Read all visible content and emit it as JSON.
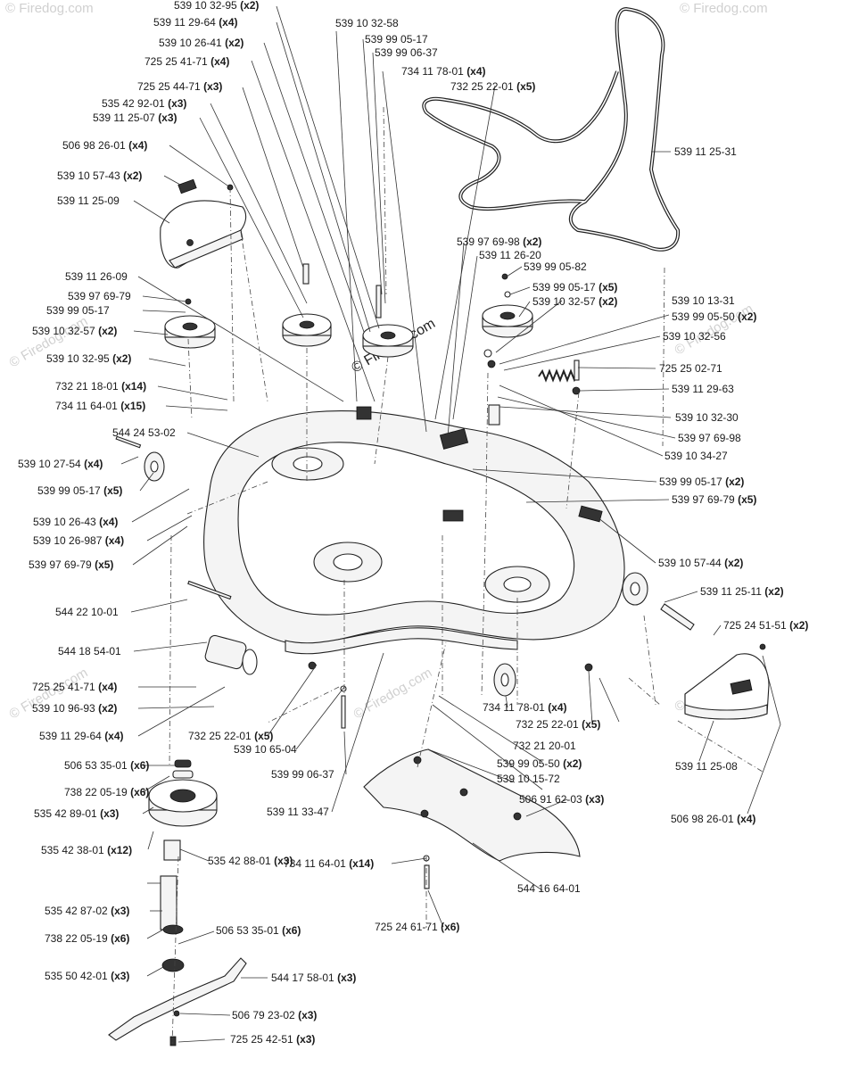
{
  "watermark": "© Firedog.com",
  "parts": [
    {
      "pn": "539 10 32-95",
      "qty": "(x2)"
    },
    {
      "pn": "539 11 29-64",
      "qty": "(x4)"
    },
    {
      "pn": "539 10 26-41",
      "qty": "(x2)"
    },
    {
      "pn": "725 25 41-71",
      "qty": "(x4)"
    },
    {
      "pn": "725 25 44-71",
      "qty": "(x3)"
    },
    {
      "pn": "535 42 92-01",
      "qty": "(x3)"
    },
    {
      "pn": "539 11 25-07",
      "qty": "(x3)"
    },
    {
      "pn": "506 98 26-01",
      "qty": "(x4)"
    },
    {
      "pn": "539 10 57-43",
      "qty": "(x2)"
    },
    {
      "pn": "539 11 25-09",
      "qty": ""
    },
    {
      "pn": "539 10 32-58",
      "qty": ""
    },
    {
      "pn": "539 99 05-17",
      "qty": ""
    },
    {
      "pn": "539 99 06-37",
      "qty": ""
    },
    {
      "pn": "734 11 78-01",
      "qty": "(x4)"
    },
    {
      "pn": "732 25 22-01",
      "qty": "(x5)"
    },
    {
      "pn": "539 11 25-31",
      "qty": ""
    },
    {
      "pn": "539 97 69-98",
      "qty": "(x2)"
    },
    {
      "pn": "539 11 26-20",
      "qty": ""
    },
    {
      "pn": "539 99 05-82",
      "qty": ""
    },
    {
      "pn": "539 99 05-17",
      "qty": "(x5)"
    },
    {
      "pn": "539 10 32-57",
      "qty": "(x2)"
    },
    {
      "pn": "539 10 13-31",
      "qty": ""
    },
    {
      "pn": "539 99 05-50",
      "qty": "(x2)"
    },
    {
      "pn": "539 10 32-56",
      "qty": ""
    },
    {
      "pn": "725 25 02-71",
      "qty": ""
    },
    {
      "pn": "539 11 29-63",
      "qty": ""
    },
    {
      "pn": "539 11 26-09",
      "qty": ""
    },
    {
      "pn": "539 97 69-79",
      "qty": ""
    },
    {
      "pn": "539 99 05-17",
      "qty": ""
    },
    {
      "pn": "539 10 32-57",
      "qty": "(x2)"
    },
    {
      "pn": "539 10 32-95",
      "qty": "(x2)"
    },
    {
      "pn": "732 21 18-01",
      "qty": "(x14)"
    },
    {
      "pn": "734 11 64-01",
      "qty": "(x15)"
    },
    {
      "pn": "544 24 53-02",
      "qty": ""
    },
    {
      "pn": "539 10 27-54",
      "qty": "(x4)"
    },
    {
      "pn": "539 99 05-17",
      "qty": "(x5)"
    },
    {
      "pn": "539 10 26-43",
      "qty": "(x4)"
    },
    {
      "pn": "539 10 26-987",
      "qty": "(x4)"
    },
    {
      "pn": "539 97 69-79",
      "qty": "(x5)"
    },
    {
      "pn": "539 10 32-30",
      "qty": ""
    },
    {
      "pn": "539 97 69-98",
      "qty": ""
    },
    {
      "pn": "539 10 34-27",
      "qty": ""
    },
    {
      "pn": "539 99 05-17",
      "qty": "(x2)"
    },
    {
      "pn": "539 97 69-79",
      "qty": "(x5)"
    },
    {
      "pn": "539 10 57-44",
      "qty": "(x2)"
    },
    {
      "pn": "539 11 25-11",
      "qty": "(x2)"
    },
    {
      "pn": "725 24 51-51",
      "qty": "(x2)"
    },
    {
      "pn": "544 22 10-01",
      "qty": ""
    },
    {
      "pn": "544 18 54-01",
      "qty": ""
    },
    {
      "pn": "725 25 41-71",
      "qty": "(x4)"
    },
    {
      "pn": "539 10 96-93",
      "qty": "(x2)"
    },
    {
      "pn": "539 11 29-64",
      "qty": "(x4)"
    },
    {
      "pn": "732 25 22-01",
      "qty": "(x5)"
    },
    {
      "pn": "539 10 65-04",
      "qty": ""
    },
    {
      "pn": "734 11 78-01",
      "qty": "(x4)"
    },
    {
      "pn": "732 25 22-01",
      "qty": "(x5)"
    },
    {
      "pn": "732 21 20-01",
      "qty": ""
    },
    {
      "pn": "539 99 05-50",
      "qty": "(x2)"
    },
    {
      "pn": "539 10 15-72",
      "qty": ""
    },
    {
      "pn": "539 11 25-08",
      "qty": ""
    },
    {
      "pn": "506 53 35-01",
      "qty": "(x6)"
    },
    {
      "pn": "738 22 05-19",
      "qty": "(x6)"
    },
    {
      "pn": "535 42 89-01",
      "qty": "(x3)"
    },
    {
      "pn": "539 99 06-37",
      "qty": ""
    },
    {
      "pn": "539 11 33-47",
      "qty": ""
    },
    {
      "pn": "506 91 62-03",
      "qty": "(x3)"
    },
    {
      "pn": "506 98 26-01",
      "qty": "(x4)"
    },
    {
      "pn": "535 42 38-01",
      "qty": "(x12)"
    },
    {
      "pn": "535 42 88-01",
      "qty": "(x3)"
    },
    {
      "pn": "734 11 64-01",
      "qty": "(x14)"
    },
    {
      "pn": "544 16 64-01",
      "qty": ""
    },
    {
      "pn": "725 24 61-71",
      "qty": "(x6)"
    },
    {
      "pn": "535 42 87-02",
      "qty": "(x3)"
    },
    {
      "pn": "506 53 35-01",
      "qty": "(x6)"
    },
    {
      "pn": "738 22 05-19",
      "qty": "(x6)"
    },
    {
      "pn": "535 50 42-01",
      "qty": "(x3)"
    },
    {
      "pn": "544 17 58-01",
      "qty": "(x3)"
    },
    {
      "pn": "506 79 23-02",
      "qty": "(x3)"
    },
    {
      "pn": "725 25 42-51",
      "qty": "(x3)"
    }
  ]
}
